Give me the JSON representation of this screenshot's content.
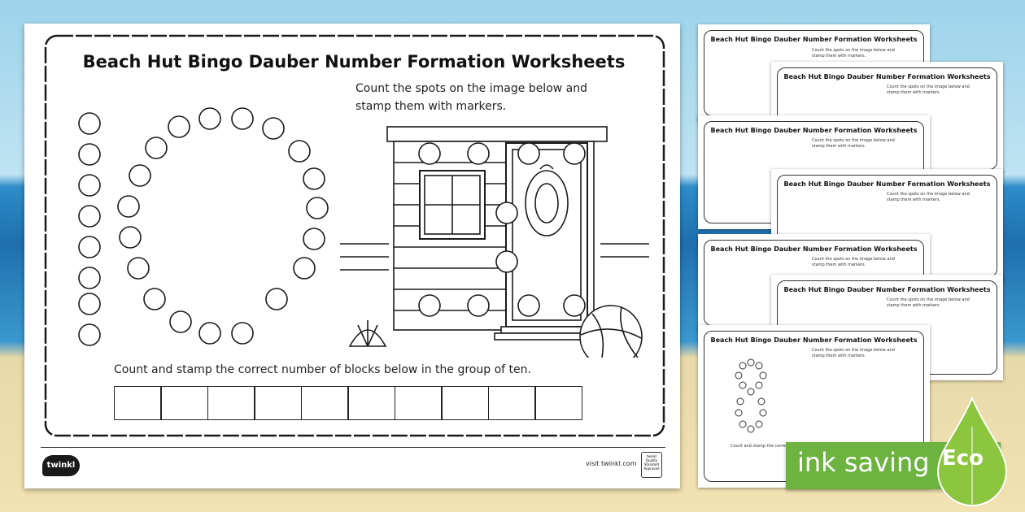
{
  "worksheet": {
    "title": "Beach Hut Bingo Dauber Number Formation Worksheets",
    "instruction_top": "Count the spots on the image below and stamp them with markers.",
    "instruction_bottom": "Count and stamp the correct number of blocks below in the group of ten.",
    "block_count": 10,
    "footer_url": "visit twinkl.com",
    "logo_text": "twinkl",
    "badge_text": "twinkl Quality Standard Approved"
  },
  "thumbnails": {
    "title": "Beach Hut Bingo Dauber Number Formation Worksheets",
    "subtitle": "Count the spots on the image below and stamp them with markers.",
    "footer_text": "Count and stamp the correct n"
  },
  "eco_badge": {
    "label": "ink saving",
    "tag": "Eco",
    "color": "#6cb33f"
  }
}
